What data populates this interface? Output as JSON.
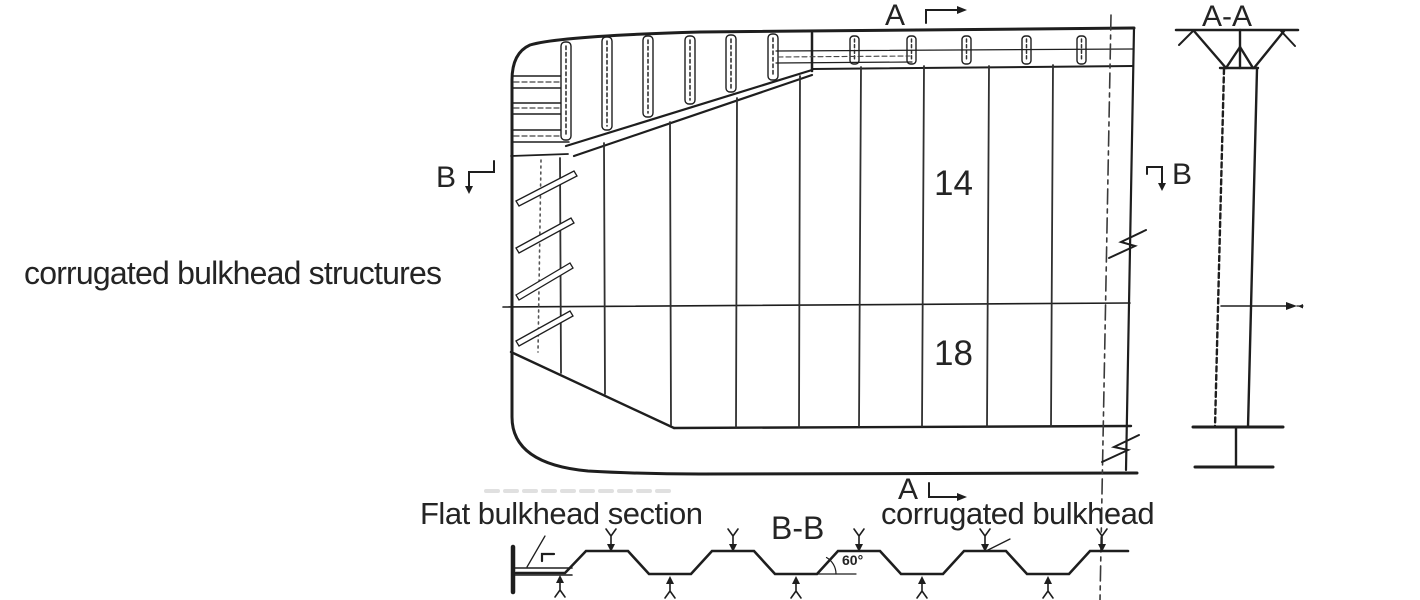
{
  "diagram": {
    "title_label": "corrugated bulkhead structures",
    "upper_plate_count": "14",
    "lower_plate_count": "18",
    "marker_a_top": "A",
    "marker_a_bottom": "A",
    "marker_b_left": "B",
    "marker_b_right": "B",
    "section_view_aa_label": "A-A",
    "section_view_bb_label": "B-B",
    "flat_bulkhead_label": "Flat bulkhead section",
    "corrugated_bulkhead_label": "corrugated bulkhead",
    "corrugation_angle": "60°",
    "ink_color": "#1e1e1e",
    "background_color": "#ffffff"
  }
}
